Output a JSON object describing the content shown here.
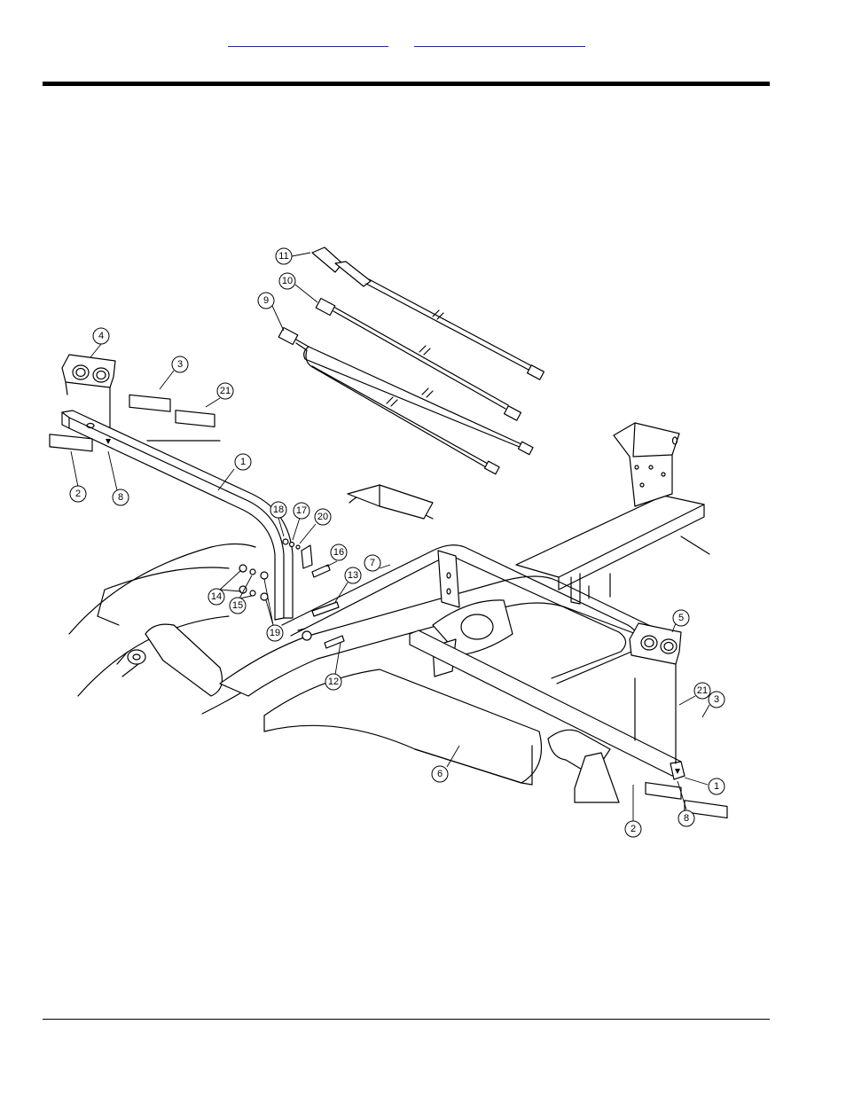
{
  "header": {
    "link_left": "",
    "link_right": ""
  },
  "diagram": {
    "callouts": [
      {
        "id": "c11a",
        "label": "11"
      },
      {
        "id": "c10a",
        "label": "10"
      },
      {
        "id": "c9a",
        "label": "9"
      },
      {
        "id": "c4a",
        "label": "4"
      },
      {
        "id": "c3a",
        "label": "3"
      },
      {
        "id": "c21a",
        "label": "21"
      },
      {
        "id": "c1a",
        "label": "1"
      },
      {
        "id": "c2a",
        "label": "2"
      },
      {
        "id": "c8a",
        "label": "8"
      },
      {
        "id": "c18a",
        "label": "18"
      },
      {
        "id": "c17a",
        "label": "17"
      },
      {
        "id": "c20a",
        "label": "20"
      },
      {
        "id": "c16a",
        "label": "16"
      },
      {
        "id": "c7a",
        "label": "7"
      },
      {
        "id": "c13a",
        "label": "13"
      },
      {
        "id": "c14a",
        "label": "14"
      },
      {
        "id": "c15a",
        "label": "15"
      },
      {
        "id": "c19a",
        "label": "19"
      },
      {
        "id": "c12a",
        "label": "12"
      },
      {
        "id": "c5a",
        "label": "5"
      },
      {
        "id": "c21b",
        "label": "21"
      },
      {
        "id": "c3b",
        "label": "3"
      },
      {
        "id": "c6a",
        "label": "6"
      },
      {
        "id": "c1b",
        "label": "1"
      },
      {
        "id": "c8b",
        "label": "8"
      },
      {
        "id": "c2b",
        "label": "2"
      }
    ]
  }
}
